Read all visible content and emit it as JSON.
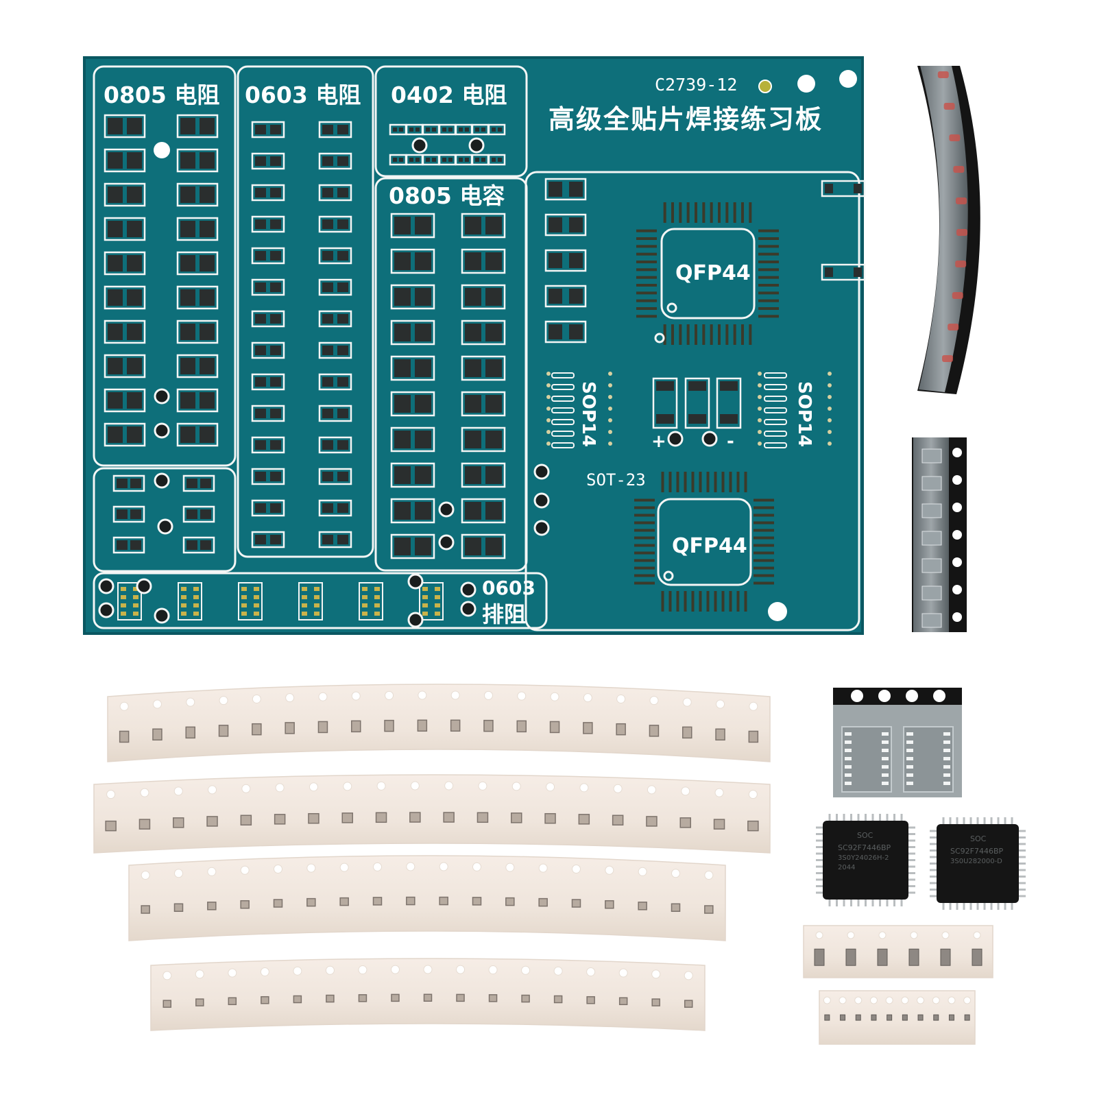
{
  "board": {
    "code": "C2739-12",
    "title": "高级全贴片焊接练习板",
    "colors": {
      "substrate": "#0e6f7a",
      "silk": "#f4f6f5",
      "pad": "#2a2e2e",
      "edge": "#0a5761"
    },
    "sections": {
      "r0805": "0805 电阻",
      "r0603": "0603 电阻",
      "r0402": "0402 电阻",
      "c0805": "0805 电容",
      "array0603_top": "0603",
      "array0603_bottom": "排阻"
    },
    "packages": {
      "qfp_top": "QFP44",
      "qfp_bottom": "QFP44",
      "sop_left": "SOP14",
      "sop_right": "SOP14",
      "sot": "SOT-23"
    },
    "polarity": {
      "plus": "+",
      "minus": "-"
    }
  },
  "chips": {
    "left": {
      "brand": "SOC",
      "part": "SC92F7446BP",
      "lot": "3S0Y24026H-2",
      "date": "2044"
    },
    "right": {
      "brand": "SOC",
      "part": "SC92F7446BP",
      "lot": "3S0U282000-D",
      "date": ""
    }
  },
  "tapes": {
    "count_large": 4,
    "count_small": 2,
    "count_reels_dark": 2
  }
}
